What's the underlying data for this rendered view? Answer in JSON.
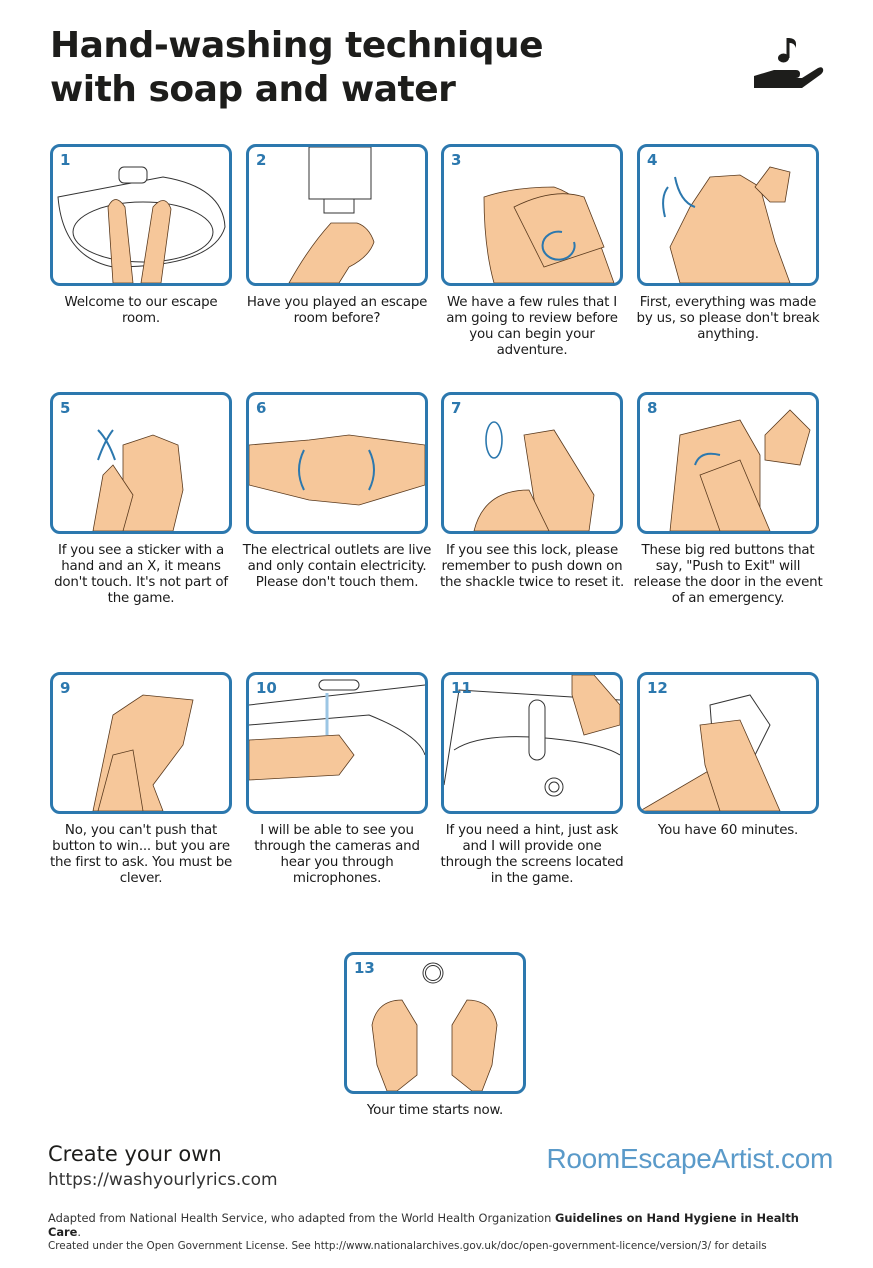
{
  "header": {
    "title_line1": "Hand-washing technique",
    "title_line2": "with soap and water",
    "logo_icon": "hand-with-music-note-icon"
  },
  "colors": {
    "panel_border": "#2c78ae",
    "skin": "#f6c79a",
    "brand": "#5a9ac9",
    "text": "#1a1a1a"
  },
  "steps": [
    {
      "number": "1",
      "caption": "Welcome to our escape room.",
      "illustration": "wet-hands-under-tap"
    },
    {
      "number": "2",
      "caption": "Have you played an escape room before?",
      "illustration": "soap-dispenser"
    },
    {
      "number": "3",
      "caption": "We have a few rules that I am going to review before you can begin your adventure.",
      "illustration": "rub-palms"
    },
    {
      "number": "4",
      "caption": "First, everything was made by us, so please don't break anything.",
      "illustration": "back-of-hands-interlaced"
    },
    {
      "number": "5",
      "caption": "If you see a sticker with a hand and an X, it means don't touch. It's not part of the game.",
      "illustration": "fingers-interlaced"
    },
    {
      "number": "6",
      "caption": "The electrical outlets are live and only contain electricity. Please don't touch them.",
      "illustration": "fingers-interlocked"
    },
    {
      "number": "7",
      "caption": "If you see this lock, please remember to push down on the shackle twice to reset it.",
      "illustration": "rotate-thumb"
    },
    {
      "number": "8",
      "caption": "These big red buttons that say, \"Push to Exit\" will release the door in the event of an emergency.",
      "illustration": "fingertips-on-palm"
    },
    {
      "number": "9",
      "caption": "No, you can't push that button to win... but you are the first to ask. You must be clever.",
      "illustration": "rub-wrist"
    },
    {
      "number": "10",
      "caption": "I will be able to see you through the cameras and hear you through microphones.",
      "illustration": "rinse-hands"
    },
    {
      "number": "11",
      "caption": "If you need a hint, just ask and I will provide one through the screens located in the game.",
      "illustration": "turn-off-tap-with-elbow"
    },
    {
      "number": "12",
      "caption": "You have 60 minutes.",
      "illustration": "dry-with-towel"
    },
    {
      "number": "13",
      "caption": "Your time starts now.",
      "illustration": "clean-hands-timer"
    }
  ],
  "footer": {
    "create_label": "Create your own",
    "create_url": "https://washyourlyrics.com",
    "brand": "RoomEscapeArtist.com",
    "credit_prefix": "Adapted from National Health Service, who adapted from the World Health Organization ",
    "credit_bold": "Guidelines on Hand Hygiene in Health Care",
    "credit_suffix": ".",
    "license": "Created under the Open Government License. See http://www.nationalarchives.gov.uk/doc/open-government-licence/version/3/ for details"
  }
}
